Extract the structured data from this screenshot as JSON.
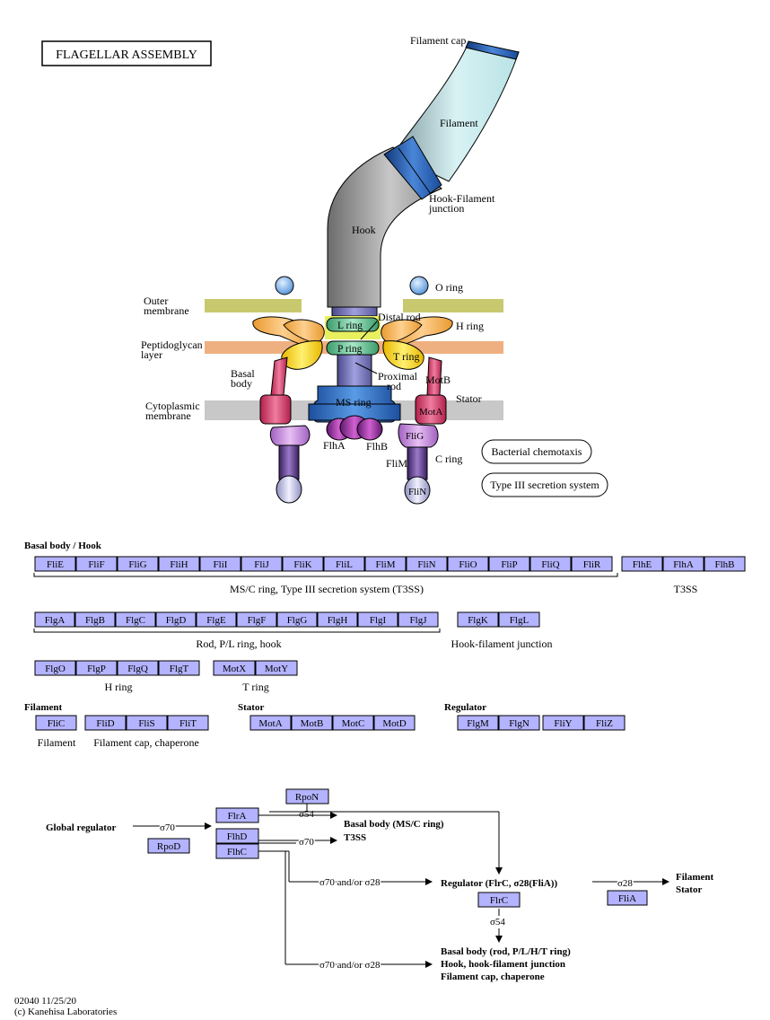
{
  "title": "FLAGELLAR ASSEMBLY",
  "structure_labels": {
    "filament_cap": "Filament cap",
    "filament": "Filament",
    "hook_filament_junction": [
      "Hook-Filament",
      "junction"
    ],
    "hook": "Hook",
    "o_ring": "O ring",
    "outer_membrane": [
      "Outer",
      "membrane"
    ],
    "distal_rod": "Distal rod",
    "h_ring": "H ring",
    "l_ring": "L ring",
    "p_ring": "P ring",
    "peptidoglycan": [
      "Peptidoglycan",
      "layer"
    ],
    "t_ring": "T ring",
    "basal_body": [
      "Basal",
      "body"
    ],
    "proximal_rod": [
      "Proximal",
      "rod"
    ],
    "motb": "MotB",
    "stator": "Stator",
    "cytoplasmic_membrane": [
      "Cytoplasmic",
      "membrane"
    ],
    "ms_ring": "MS ring",
    "mota": "MotA",
    "flha": "FlhA",
    "flhb": "FlhB",
    "flig": "FliG",
    "flim": "FliM",
    "c_ring": "C ring",
    "flin": "FliN"
  },
  "pathway_links": [
    "Bacterial chemotaxis",
    "Type III secretion system"
  ],
  "gene_groups": {
    "basal_hook_title": "Basal body / Hook",
    "row1": [
      "FliE",
      "FliF",
      "FliG",
      "FliH",
      "FliI",
      "FliJ",
      "FliK",
      "FliL",
      "FliM",
      "FliN",
      "FliO",
      "FliP",
      "FliQ",
      "FliR"
    ],
    "row1b": [
      "FlhE",
      "FlhA",
      "FlhB"
    ],
    "row1_caption": "MS/C ring, Type III secretion system (T3SS)",
    "row1b_caption": "T3SS",
    "row2": [
      "FlgA",
      "FlgB",
      "FlgC",
      "FlgD",
      "FlgE",
      "FlgF",
      "FlgG",
      "FlgH",
      "FlgI",
      "FlgJ"
    ],
    "row2b": [
      "FlgK",
      "FlgL"
    ],
    "row2_caption": "Rod, P/L ring, hook",
    "row2b_caption": "Hook-filament junction",
    "row3": [
      "FlgO",
      "FlgP",
      "FlgQ",
      "FlgT"
    ],
    "row3b": [
      "MotX",
      "MotY"
    ],
    "row3_caption": "H ring",
    "row3b_caption": "T ring",
    "filament_title": "Filament",
    "stator_title": "Stator",
    "regulator_title": "Regulator",
    "filament_genes": [
      "FliC"
    ],
    "filament_caption": "Filament",
    "cap_genes": [
      "FliD",
      "FliS",
      "FliT"
    ],
    "cap_caption": "Filament cap, chaperone",
    "stator_genes": [
      "MotA",
      "MotB",
      "MotC",
      "MotD"
    ],
    "regulator_genes": [
      "FlgM",
      "FlgN"
    ],
    "regulator_genes_b": [
      "FliY",
      "FliZ"
    ]
  },
  "regulation": {
    "global_regulator": "Global regulator",
    "sigma70": "σ70",
    "sigma54": "σ54",
    "sigma28": "σ28",
    "sigma70_or_28": "σ70 and/or σ28",
    "rpon": "RpoN",
    "rpod": "RpoD",
    "flra": "FlrA",
    "flhd": "FlhD",
    "flhc": "FlhC",
    "flrc": "FlrC",
    "flia": "FliA",
    "target_msc": "Basal body (MS/C ring)",
    "target_t3ss": "T3SS",
    "target_regulator": "Regulator (FlrC, σ28(FliA))",
    "target_filament": "Filament",
    "target_stator": "Stator",
    "target_rod": "Basal body (rod, P/L/H/T ring)",
    "target_hook": "Hook, hook-filament junction",
    "target_cap": "Filament cap, chaperone"
  },
  "footer": {
    "id_date": "02040 11/25/20",
    "copyright": "(c) Kanehisa Laboratories"
  },
  "colors": {
    "gene_box": "#b3b3ff",
    "outer_membrane": "#c8c96e",
    "peptidoglycan": "#eeb080",
    "cytoplasmic_membrane": "#c8c8c8"
  }
}
